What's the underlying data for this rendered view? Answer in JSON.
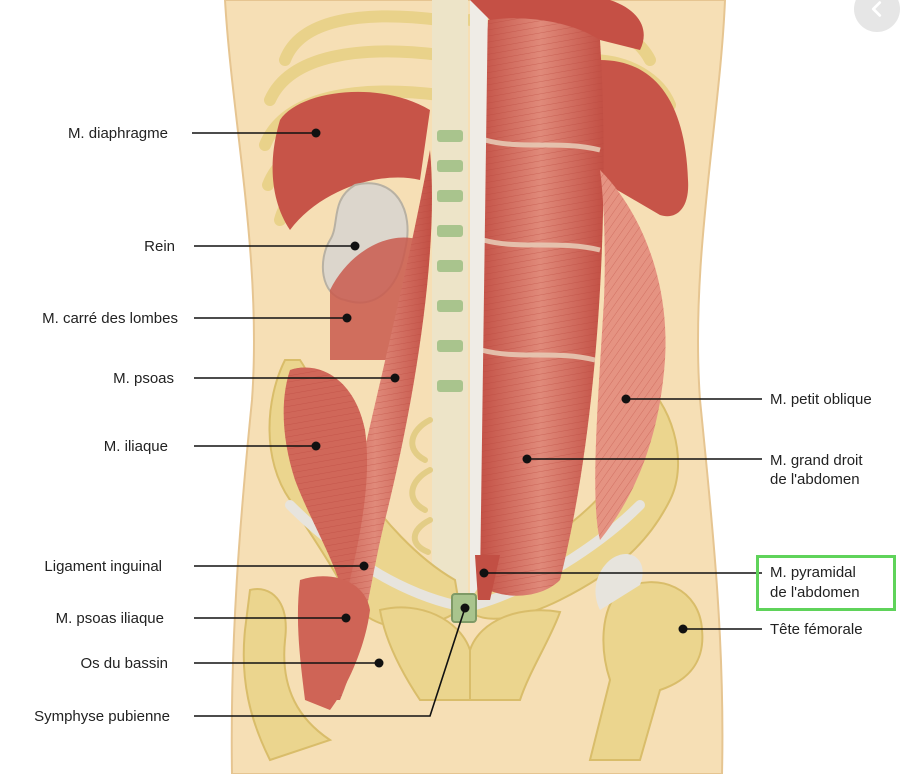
{
  "nav": {
    "back_icon": "chevron-left-icon"
  },
  "labels": {
    "diaphragme": "M. diaphragme",
    "rein": "Rein",
    "carre": "M. carré des lombes",
    "psoas": "M. psoas",
    "iliaque": "M. iliaque",
    "ligament": "Ligament inguinal",
    "psoas_iliaque": "M. psoas iliaque",
    "os_bassin": "Os du bassin",
    "symphyse": "Symphyse pubienne",
    "petit_oblique": "M. petit oblique",
    "grand_droit_1": "M. grand droit",
    "grand_droit_2": "de l'abdomen",
    "pyramidal_1": "M. pyramidal",
    "pyramidal_2": "de l'abdomen",
    "tete_femorale": "Tête fémorale"
  },
  "colors": {
    "skin": "#f6dfb5",
    "muscle": "#cd5d50",
    "muscle_light": "#e59382",
    "bone": "#ebd58e",
    "tendon": "#e7e4dd",
    "highlight": "#5fd35a"
  }
}
